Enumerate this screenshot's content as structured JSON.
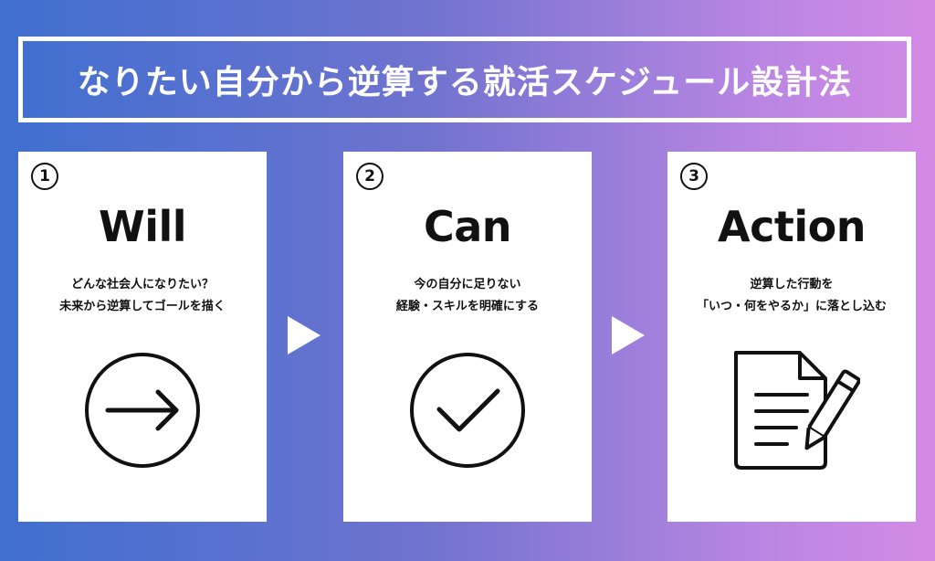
{
  "title": "なりたい自分から逆算する就活スケジュール設計法",
  "cards": [
    {
      "number": "1",
      "heading": "Will",
      "lines": [
        "どんな社会人になりたい？",
        "未来から逆算してゴールを描く"
      ],
      "icon": "arrow-right-circle-icon"
    },
    {
      "number": "2",
      "heading": "Can",
      "lines": [
        "今の自分に足りない",
        "経験・スキルを明確にする"
      ],
      "icon": "check-circle-icon"
    },
    {
      "number": "3",
      "heading": "Action",
      "lines": [
        "逆算した行動を",
        "「いつ・何をやるか」に落とし込む"
      ],
      "icon": "document-pen-icon"
    }
  ],
  "colors": {
    "gradient_start": "#3f6fd0",
    "gradient_end": "#d48be6",
    "card_bg": "#ffffff",
    "text": "#111111"
  }
}
